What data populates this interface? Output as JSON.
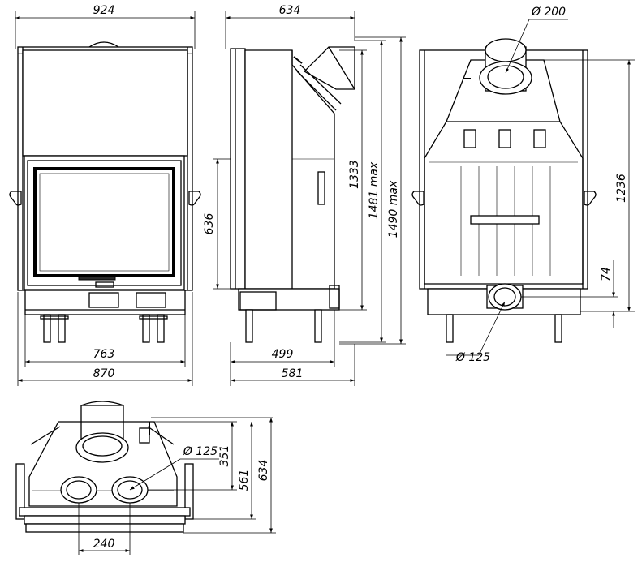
{
  "dimensions": {
    "front_width_top": "924",
    "front_width_inner": "763",
    "front_width_bottom": "870",
    "side_depth_top": "634",
    "side_height_door": "636",
    "side_height_1333": "1333",
    "side_height_1481": "1481 max",
    "side_height_1490": "1490 max",
    "side_depth_499": "499",
    "side_depth_581": "581",
    "back_flue_diameter": "Ø 200",
    "back_height_1236": "1236",
    "back_height_74": "74",
    "back_inlet_diameter": "Ø 125",
    "top_inlet_diameter": "Ø 125",
    "top_depth_351": "351",
    "top_depth_561": "561",
    "top_depth_634": "634",
    "top_spacing_240": "240"
  },
  "colors": {
    "line": "#000000",
    "background": "#ffffff",
    "fill_dark": "#2a2a2a"
  }
}
